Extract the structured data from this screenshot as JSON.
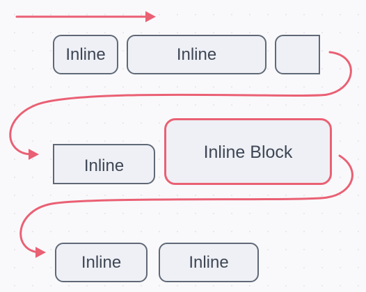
{
  "diagram": {
    "title": "",
    "row1": [
      "Inline",
      "Inline",
      ""
    ],
    "row2": [
      "Inline",
      "Inline Block"
    ],
    "row3": [
      "Inline",
      "Inline"
    ]
  },
  "colors": {
    "flow_arrow": "#ea6074",
    "inline_border": "#5f6876",
    "inline_fill": "#eef0f5",
    "inline_block_border": "#ea6074",
    "text": "#3e4654",
    "background": "#f9f9fb"
  }
}
